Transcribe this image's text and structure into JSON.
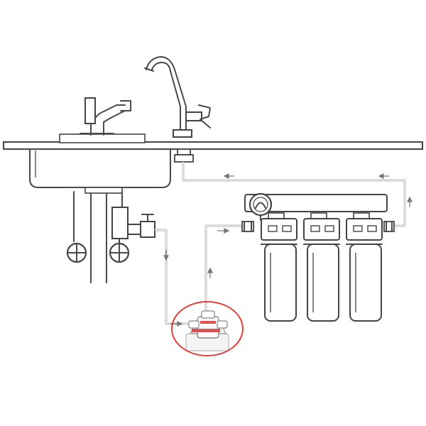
{
  "diagram": {
    "type": "under-sink water filter installation",
    "components": [
      {
        "name": "sink-basin"
      },
      {
        "name": "mixer-faucet"
      },
      {
        "name": "drinking-water-faucet"
      },
      {
        "name": "countertop"
      },
      {
        "name": "supply-valves"
      },
      {
        "name": "feed-tee-valve"
      },
      {
        "name": "auto-shutoff-valve",
        "highlighted": true
      },
      {
        "name": "pressure-gauge"
      },
      {
        "name": "filter-housing",
        "count": 3
      }
    ],
    "flow_arrows": [
      "down",
      "right",
      "up",
      "right",
      "up",
      "left",
      "left"
    ],
    "colors": {
      "line": "#4a4a4a",
      "tubing": "#b8b8b8",
      "highlight": "#e0403a",
      "valve_accent": "#e05050"
    }
  }
}
